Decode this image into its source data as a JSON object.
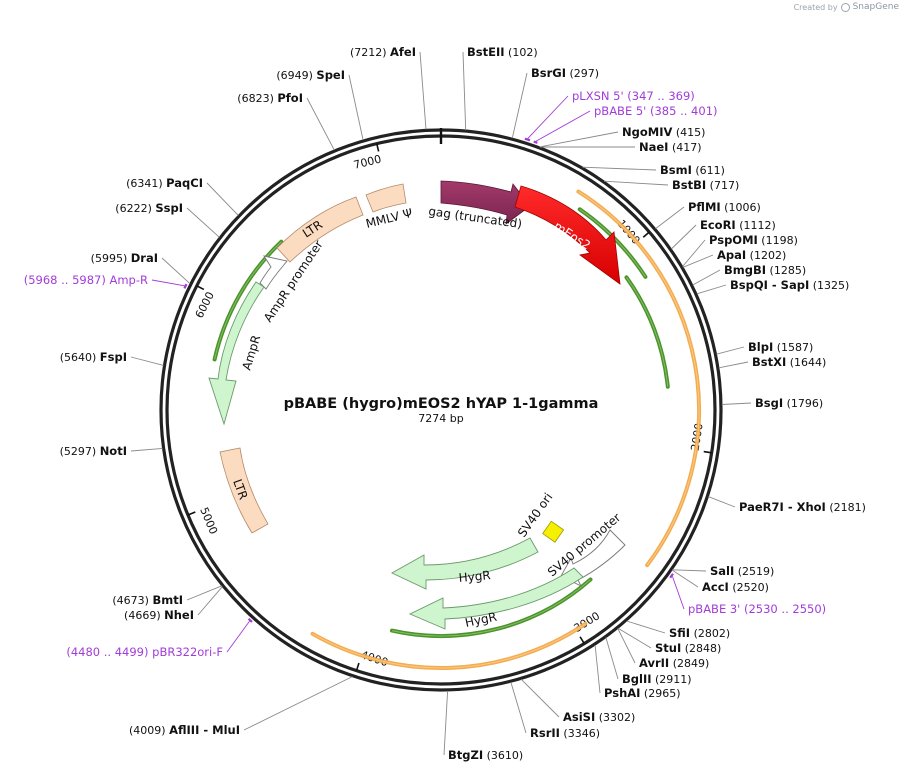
{
  "credit": {
    "prefix": "Created by",
    "brand": "SnapGene"
  },
  "plasmid": {
    "name": "pBABE (hygro)mEOS2 hYAP 1-1gamma",
    "size": "7274 bp",
    "length": 7274
  },
  "ticks": [
    {
      "label": "1000",
      "bp": 1000
    },
    {
      "label": "2000",
      "bp": 2000
    },
    {
      "label": "3000",
      "bp": 3000
    },
    {
      "label": "4000",
      "bp": 4000
    },
    {
      "label": "5000",
      "bp": 5000
    },
    {
      "label": "6000",
      "bp": 6000
    },
    {
      "label": "7000",
      "bp": 7000
    }
  ],
  "enzymes": [
    {
      "name": "BstEII",
      "pos": "(102)",
      "bp": 102
    },
    {
      "name": "BsrGI",
      "pos": "(297)",
      "bp": 297
    },
    {
      "name": "NgoMIV",
      "pos": "(415)",
      "bp": 415
    },
    {
      "name": "NaeI",
      "pos": "(417)",
      "bp": 417
    },
    {
      "name": "BsmI",
      "pos": "(611)",
      "bp": 611
    },
    {
      "name": "BstBI",
      "pos": "(717)",
      "bp": 717
    },
    {
      "name": "PflMI",
      "pos": "(1006)",
      "bp": 1006
    },
    {
      "name": "EcoRI",
      "pos": "(1112)",
      "bp": 1112
    },
    {
      "name": "PspOMI",
      "pos": "(1198)",
      "bp": 1198
    },
    {
      "name": "ApaI",
      "pos": "(1202)",
      "bp": 1202
    },
    {
      "name": "BmgBI",
      "pos": "(1285)",
      "bp": 1285
    },
    {
      "name": "BspQI - SapI",
      "pos": "(1325)",
      "bp": 1325
    },
    {
      "name": "BlpI",
      "pos": "(1587)",
      "bp": 1587
    },
    {
      "name": "BstXI",
      "pos": "(1644)",
      "bp": 1644
    },
    {
      "name": "BsgI",
      "pos": "(1796)",
      "bp": 1796
    },
    {
      "name": "PaeR7I - XhoI",
      "pos": "(2181)",
      "bp": 2181
    },
    {
      "name": "SalI",
      "pos": "(2519)",
      "bp": 2519
    },
    {
      "name": "AccI",
      "pos": "(2520)",
      "bp": 2520
    },
    {
      "name": "SfiI",
      "pos": "(2802)",
      "bp": 2802
    },
    {
      "name": "StuI",
      "pos": "(2848)",
      "bp": 2848
    },
    {
      "name": "AvrII",
      "pos": "(2849)",
      "bp": 2849
    },
    {
      "name": "BglII",
      "pos": "(2911)",
      "bp": 2911
    },
    {
      "name": "PshAI",
      "pos": "(2965)",
      "bp": 2965
    },
    {
      "name": "AsiSI",
      "pos": "(3302)",
      "bp": 3302
    },
    {
      "name": "RsrII",
      "pos": "(3346)",
      "bp": 3346
    },
    {
      "name": "BtgZI",
      "pos": "(3610)",
      "bp": 3610
    },
    {
      "name": "AflIII - MluI",
      "pos": "(4009)",
      "bp": 4009
    },
    {
      "name": "BmtI",
      "pos": "(4673)",
      "bp": 4673
    },
    {
      "name": "NheI",
      "pos": "(4669)",
      "bp": 4669
    },
    {
      "name": "NotI",
      "pos": "(5297)",
      "bp": 5297
    },
    {
      "name": "FspI",
      "pos": "(5640)",
      "bp": 5640
    },
    {
      "name": "DraI",
      "pos": "(5995)",
      "bp": 5995
    },
    {
      "name": "SspI",
      "pos": "(6222)",
      "bp": 6222
    },
    {
      "name": "PaqCI",
      "pos": "(6341)",
      "bp": 6341
    },
    {
      "name": "PfoI",
      "pos": "(6823)",
      "bp": 6823
    },
    {
      "name": "SpeI",
      "pos": "(6949)",
      "bp": 6949
    },
    {
      "name": "AfeI",
      "pos": "(7212)",
      "bp": 7212
    }
  ],
  "primers": [
    {
      "name": "pLXSN 5'",
      "range": "(347 .. 369)",
      "start": 347,
      "end": 369
    },
    {
      "name": "pBABE 5'",
      "range": "(385 .. 401)",
      "start": 385,
      "end": 401
    },
    {
      "name": "pBABE 3'",
      "range": "(2530 .. 2550)",
      "start": 2530,
      "end": 2550
    },
    {
      "name": "pBR322ori-F",
      "range": "(4480 .. 4499)",
      "start": 4480,
      "end": 4499
    },
    {
      "name": "Amp-R",
      "range": "(5968 .. 5987)",
      "start": 5968,
      "end": 5987
    }
  ],
  "features": [
    {
      "name": "gag (truncated)",
      "type": "gag",
      "color": "#8b2c5a"
    },
    {
      "name": "mEos2",
      "type": "cds",
      "color": "#ee1111"
    },
    {
      "name": "MMLV Ψ",
      "type": "misc",
      "color": "#fcdcc0"
    },
    {
      "name": "LTR",
      "type": "ltr",
      "color": "#fcdcc0"
    },
    {
      "name": "AmpR promoter",
      "type": "promoter",
      "color": "#ffffff"
    },
    {
      "name": "AmpR",
      "type": "cds",
      "color": "#cff5cf"
    },
    {
      "name": "LTR",
      "type": "ltr",
      "color": "#fcdcc0"
    },
    {
      "name": "SV40 ori",
      "type": "ori",
      "color": "#f5f000"
    },
    {
      "name": "SV40 promoter",
      "type": "promoter",
      "color": "#ffffff"
    },
    {
      "name": "HygR",
      "type": "cds",
      "color": "#cff5cf"
    },
    {
      "name": "HygR",
      "type": "cds",
      "color": "#cff5cf"
    }
  ],
  "colors": {
    "backbone": "#222222",
    "orf_orange": "#f3a845",
    "orf_green": "#3f8f1a",
    "primer": "#a23cd8"
  }
}
